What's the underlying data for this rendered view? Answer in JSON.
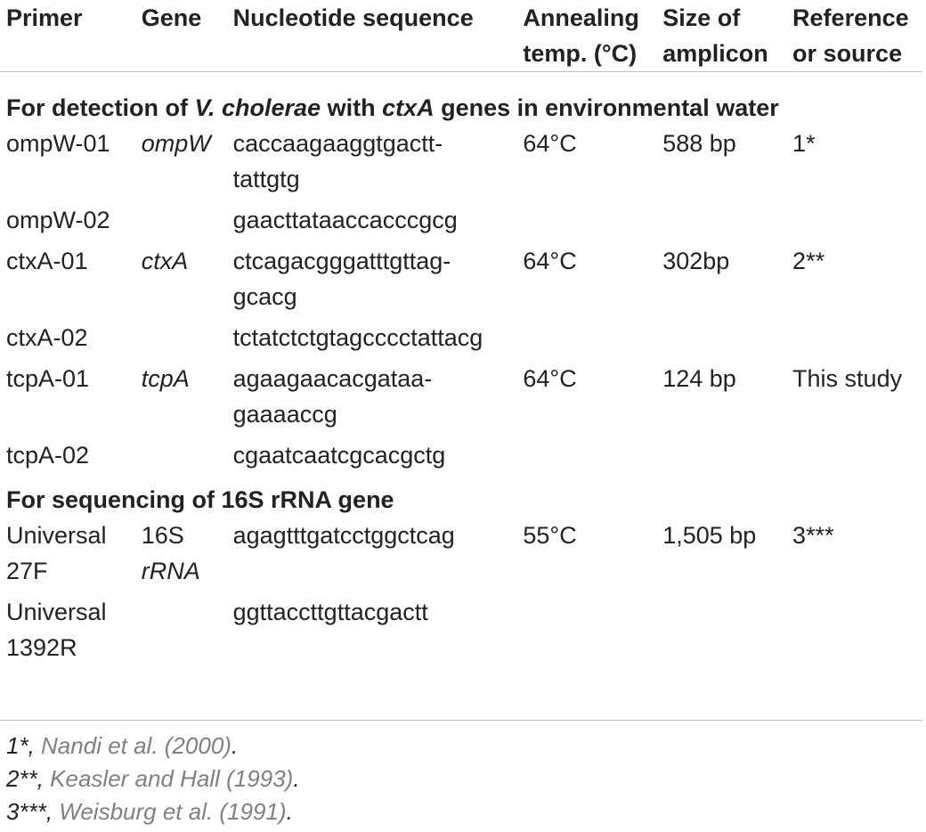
{
  "header": {
    "primer": "Primer",
    "gene": "Gene",
    "sequence": "Nucleotide sequence",
    "temp_line1": "Annealing",
    "temp_line2": "temp. (°C)",
    "size_line1": "Size of",
    "size_line2": "amplicon",
    "ref_line1": "Reference",
    "ref_line2": "or source"
  },
  "sections": [
    {
      "title_pre": "For detection of ",
      "title_species": "V. cholerae",
      "title_mid": " with ",
      "title_gene": "ctxA",
      "title_post": " genes in environmental water",
      "rows": [
        {
          "primer": "ompW-01",
          "gene": "ompW",
          "seq_line1": "caccaagaaggtgactt-",
          "seq_line2": "tattgtg",
          "temp": "64°C",
          "size": "588 bp",
          "ref": "1*"
        },
        {
          "primer": "ompW-02",
          "gene": "",
          "seq_line1": "gaacttataaccacccgcg",
          "seq_line2": "",
          "temp": "",
          "size": "",
          "ref": ""
        },
        {
          "primer": "ctxA-01",
          "gene": "ctxA",
          "seq_line1": "ctcagacgggatttgttag-",
          "seq_line2": "gcacg",
          "temp": "64°C",
          "size": "302bp",
          "ref": "2**"
        },
        {
          "primer": "ctxA-02",
          "gene": "",
          "seq_line1": "tctatctctgtagcccctattacg",
          "seq_line2": "",
          "temp": "",
          "size": "",
          "ref": ""
        },
        {
          "primer": "tcpA-01",
          "gene": "tcpA",
          "seq_line1": "agaagaacacgataa-",
          "seq_line2": "gaaaaccg",
          "temp": "64°C",
          "size": "124 bp",
          "ref": "This study"
        },
        {
          "primer": "tcpA-02",
          "gene": "",
          "seq_line1": "cgaatcaatcgcacgctg",
          "seq_line2": "",
          "temp": "",
          "size": "",
          "ref": ""
        }
      ]
    },
    {
      "title": "For sequencing of 16S rRNA gene",
      "rows": [
        {
          "primer_line1": "Universal",
          "primer_line2": "27F",
          "gene_line1": "16S",
          "gene_line2": "rRNA",
          "seq_line1": "agagtttgatcctggctcag",
          "temp": "55°C",
          "size": "1,505 bp",
          "ref": "3***"
        },
        {
          "primer_line1": "Universal",
          "primer_line2": "1392R",
          "gene_line1": "",
          "gene_line2": "",
          "seq_line1": "ggttaccttgttacgactt",
          "temp": "",
          "size": "",
          "ref": ""
        }
      ]
    }
  ],
  "footnotes": [
    {
      "mark": "1*, ",
      "cite": "Nandi et al. (2000)",
      "end": "."
    },
    {
      "mark": "2**, ",
      "cite": "Keasler and Hall (1993)",
      "end": "."
    },
    {
      "mark": "3***, ",
      "cite": "Weisburg et al. (1991)",
      "end": "."
    }
  ]
}
